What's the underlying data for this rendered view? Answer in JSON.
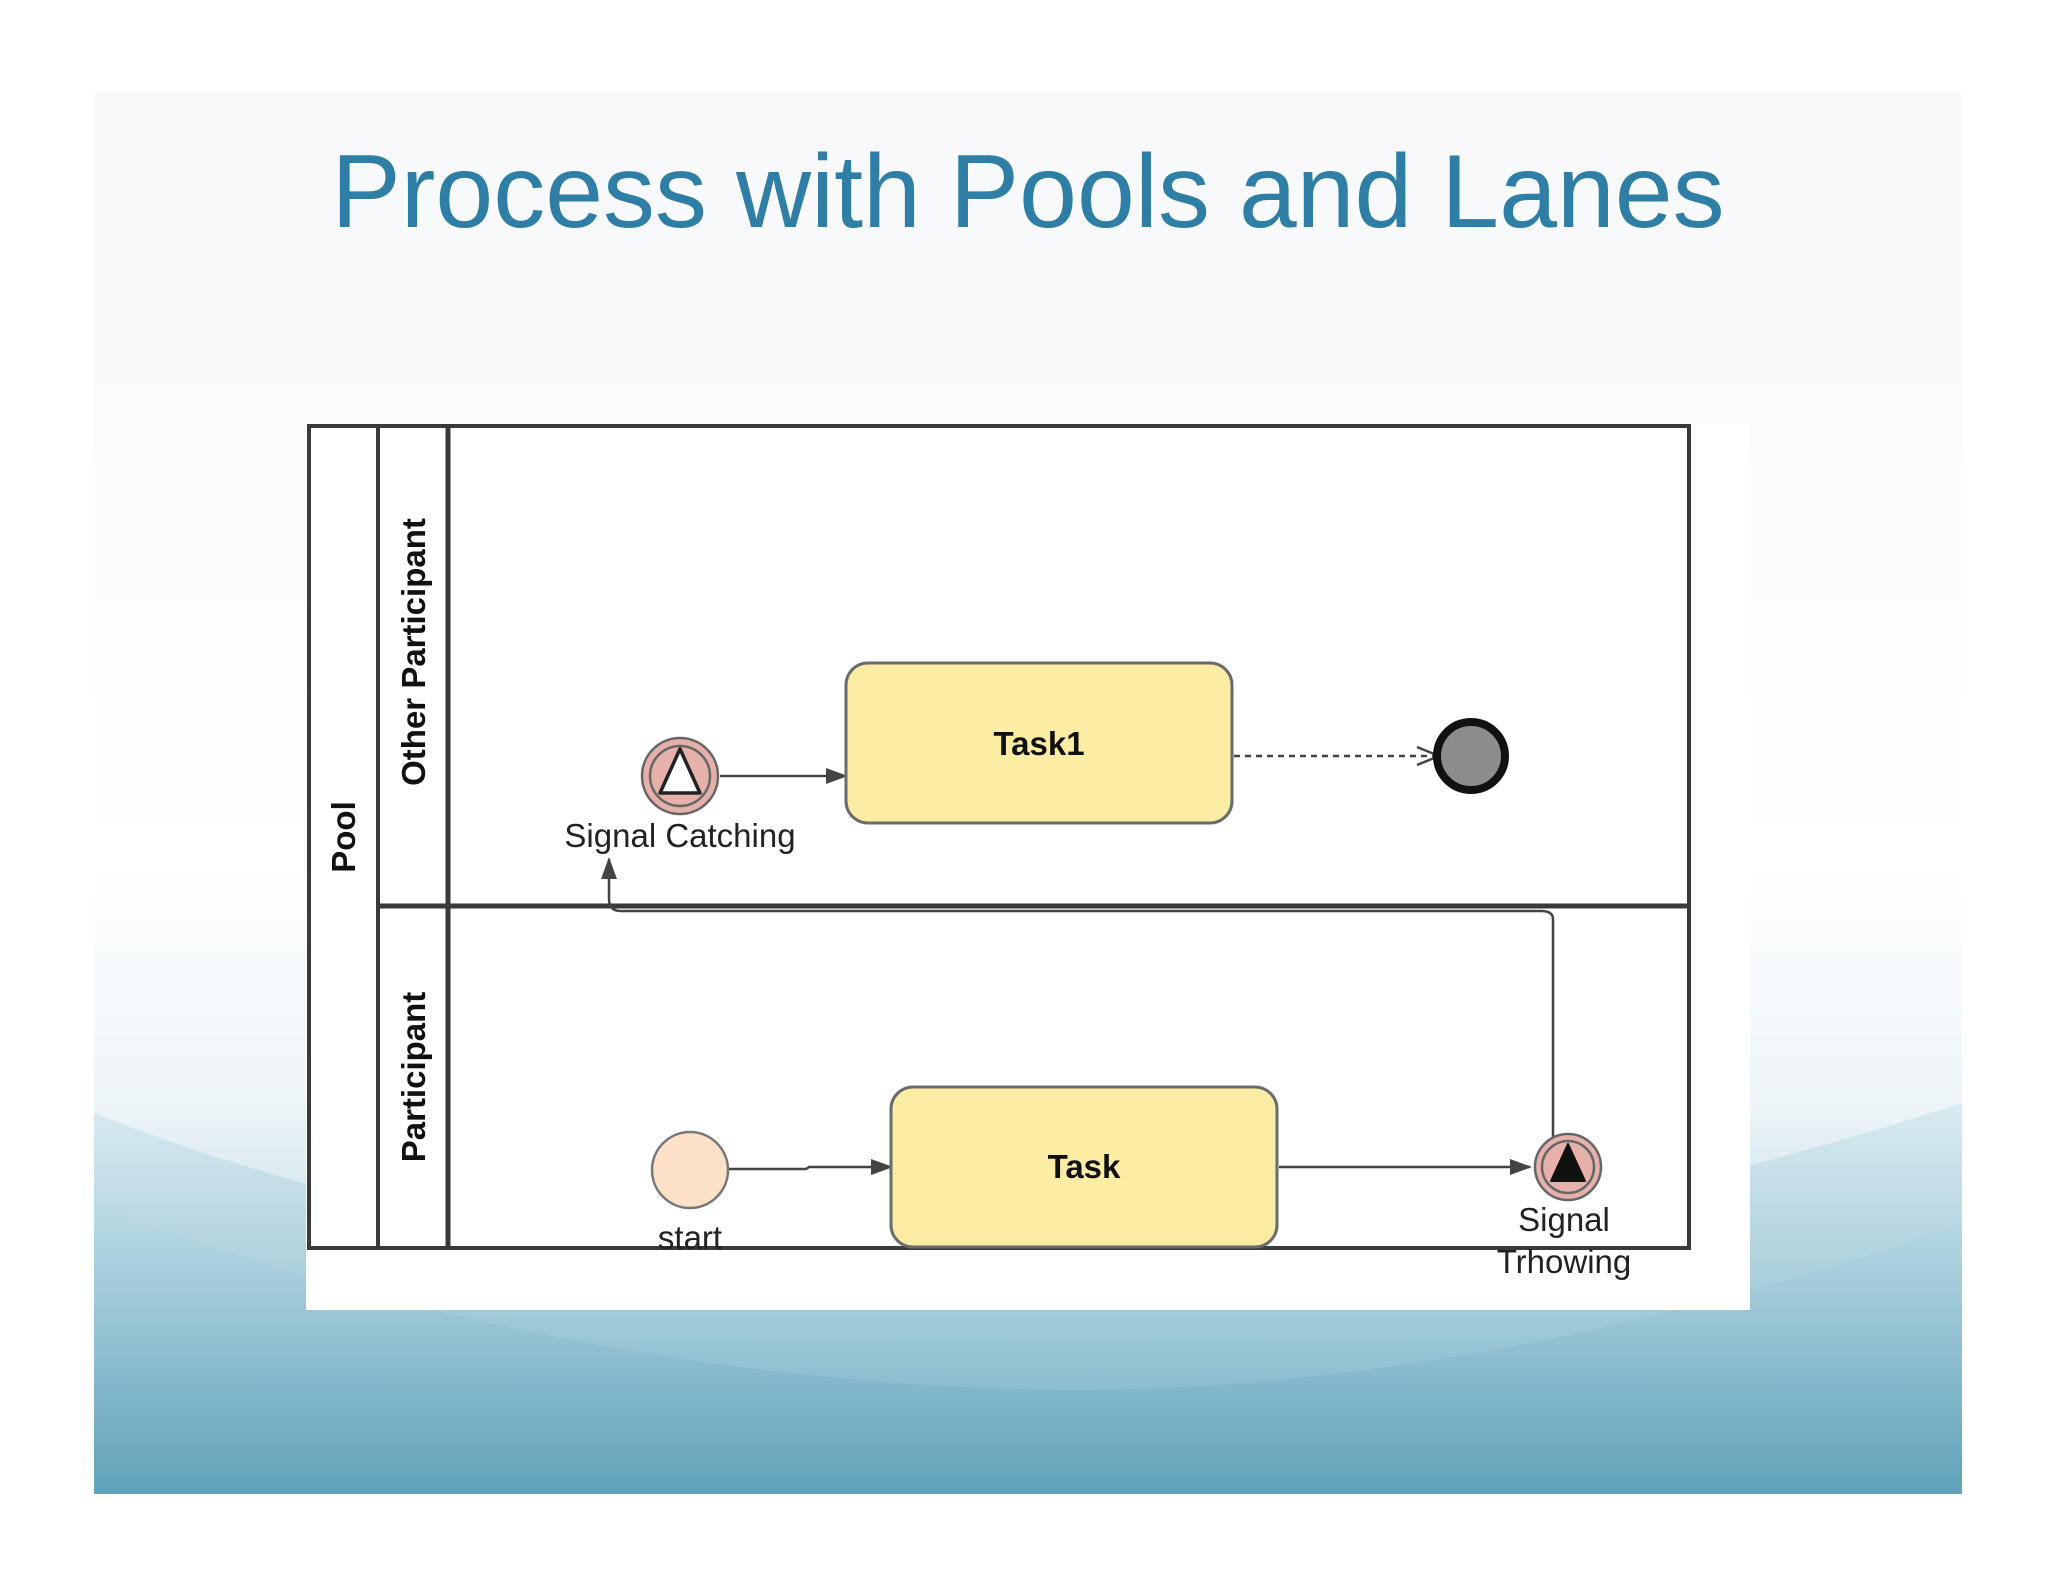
{
  "slide": {
    "title": "Process with Pools and Lanes",
    "colors": {
      "title": "#2e7ea6",
      "wave": "#5ea6c0",
      "task_fill": "#fbeca3",
      "task_stroke": "#6b6b6b",
      "start_fill": "#fde0c8",
      "signal_fill": "#e6b1aa",
      "end_fill": "#8c8c8c",
      "line": "#444444"
    }
  },
  "diagram": {
    "pool": {
      "label": "Pool"
    },
    "lanes": [
      {
        "id": "other",
        "label": "Other Participant"
      },
      {
        "id": "participant",
        "label": "Participant"
      }
    ],
    "nodes": {
      "signal_catching": {
        "type": "intermediate-catch-signal",
        "label": "Signal Catching",
        "icon": "triangle-outline-icon"
      },
      "task1": {
        "type": "task",
        "label": "Task1"
      },
      "end": {
        "type": "end-event",
        "label": ""
      },
      "start": {
        "type": "start-event",
        "label": "start"
      },
      "task": {
        "type": "task",
        "label": "Task"
      },
      "signal_throwing": {
        "type": "intermediate-throw-signal",
        "label_line1": "Signal",
        "label_line2": "Trhowing",
        "icon": "triangle-filled-icon"
      }
    },
    "edges": [
      {
        "from": "signal_catching",
        "to": "task1",
        "style": "solid"
      },
      {
        "from": "task1",
        "to": "end",
        "style": "dashed"
      },
      {
        "from": "start",
        "to": "task",
        "style": "solid"
      },
      {
        "from": "task",
        "to": "signal_throwing",
        "style": "solid"
      },
      {
        "from": "signal_throwing",
        "to": "signal_catching",
        "style": "solid"
      }
    ]
  }
}
